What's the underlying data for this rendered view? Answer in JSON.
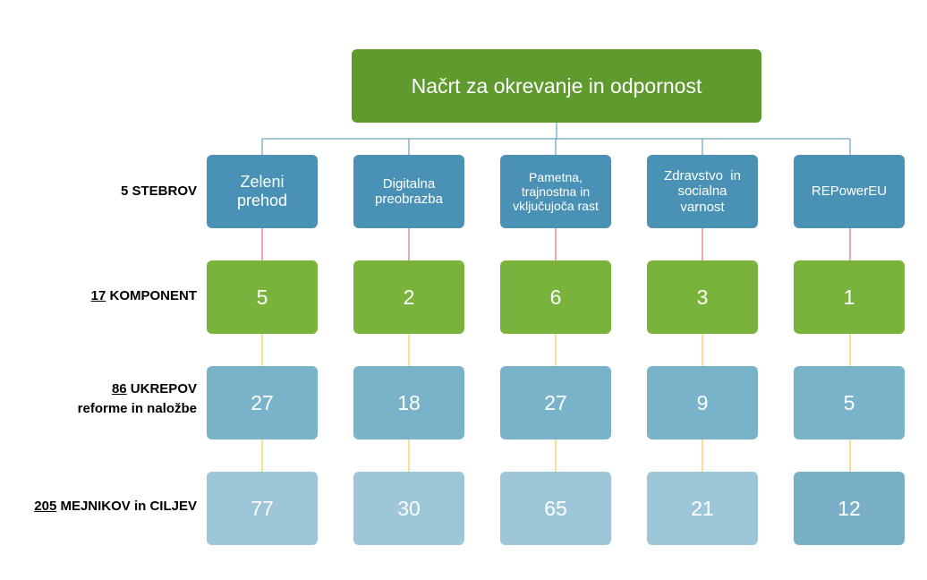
{
  "root": {
    "title": "Načrt za okrevanje in odpornost"
  },
  "rows": {
    "pillars": {
      "label": "5 STEBROV"
    },
    "components": {
      "num": "17",
      "label": " KOMPONENT"
    },
    "measures": {
      "num": "86",
      "label": " UKREPOV",
      "sub": "reforme in naložbe"
    },
    "milestones": {
      "num": "205",
      "label": " MEJNIKOV in CILJEV"
    }
  },
  "columns": [
    {
      "pillar": [
        "Zeleni",
        "prehod"
      ],
      "components": "5",
      "measures": "27",
      "milestones": "77"
    },
    {
      "pillar": [
        "Digitalna",
        "preobrazba"
      ],
      "components": "2",
      "measures": "18",
      "milestones": "30"
    },
    {
      "pillar": [
        "Pametna,",
        "trajnostna in",
        "vključujoča rast"
      ],
      "components": "6",
      "measures": "27",
      "milestones": "65"
    },
    {
      "pillar": [
        "Zdravstvo  in",
        "socialna",
        "varnost"
      ],
      "components": "3",
      "measures": "9",
      "milestones": "21"
    },
    {
      "pillar": [
        "REPowerEU"
      ],
      "components": "1",
      "measures": "5",
      "milestones": "12"
    }
  ],
  "colors": {
    "root": "#5f9a2e",
    "pillar": "#4a92b5",
    "components": "#7ab33c",
    "measures": "#79b3c9",
    "milestones": "#9dc6d8",
    "tree_line": "#4a92b5",
    "pillar_connector": "#d9534f",
    "lower_connector": "#f0c419"
  }
}
